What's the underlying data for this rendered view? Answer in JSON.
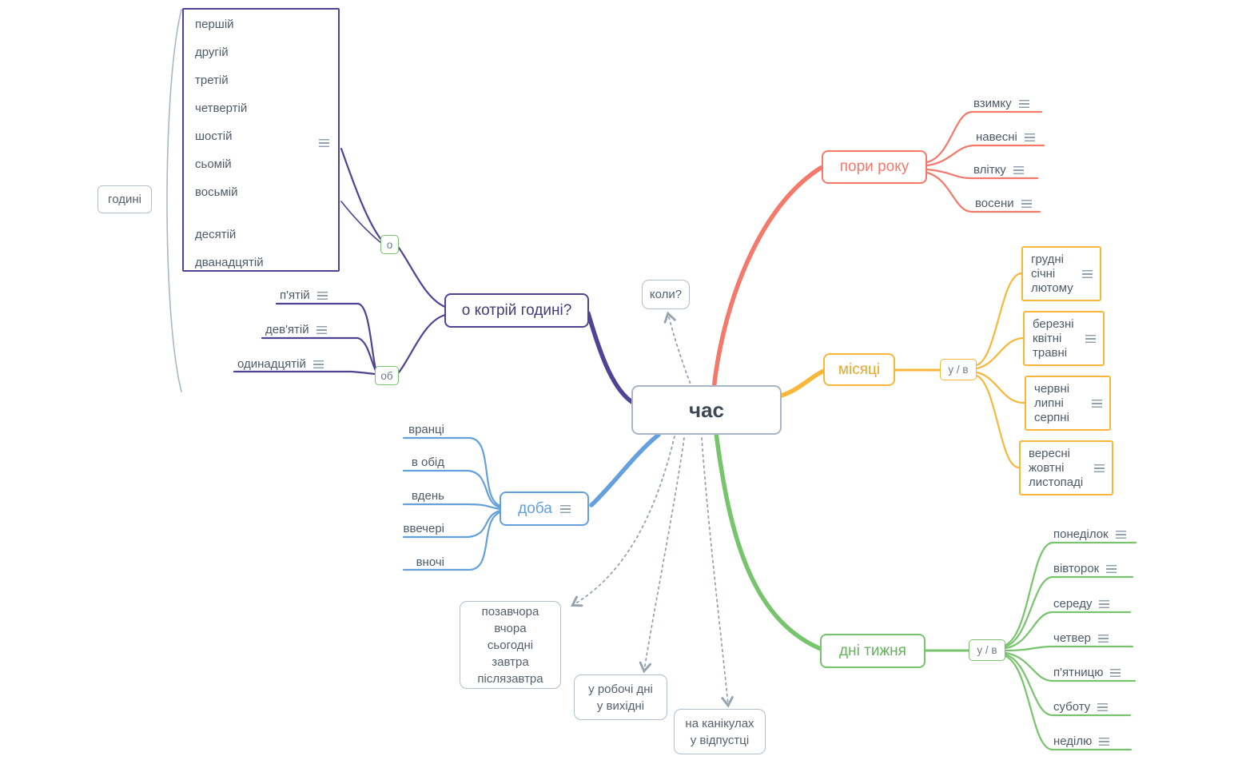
{
  "colors": {
    "purple": "#4f4396",
    "red": "#f4796b",
    "yellow": "#f9b73a",
    "green": "#77c46d",
    "blue": "#64a0dd",
    "gray-line": "#97a3b1",
    "gray-border": "#b3bfcc",
    "text": "#4e5a68",
    "icon": "#93a0ae"
  },
  "center": {
    "label": "час"
  },
  "hours": {
    "label": "о котрій годині?",
    "prep_o": "о",
    "prep_ob": "об",
    "hint": "годині",
    "o_items": [
      "першій",
      "другій",
      "третій",
      "четвертій",
      "шостій",
      "сьомій",
      "восьмій",
      "десятій",
      "дванадцятій"
    ],
    "ob_items": [
      "п'ятій",
      "дев'ятій",
      "одинадцятій"
    ]
  },
  "seasons": {
    "label": "пори року",
    "items": [
      "взимку",
      "навесні",
      "влітку",
      "восени"
    ]
  },
  "months": {
    "label": "місяці",
    "prep": "у / в",
    "groups": [
      [
        "грудні",
        "січні",
        "лютому"
      ],
      [
        "березні",
        "квітні",
        "травні"
      ],
      [
        "червні",
        "липні",
        "серпні"
      ],
      [
        "вересні",
        "жовтні",
        "листопаді"
      ]
    ]
  },
  "days": {
    "label": "дні тижня",
    "prep": "у / в",
    "items": [
      "понеділок",
      "вівторок",
      "середу",
      "четвер",
      "п'ятницю",
      "суботу",
      "неділю"
    ]
  },
  "daytime": {
    "label": "доба",
    "items": [
      "вранці",
      "в обід",
      "вдень",
      "ввечері",
      "вночі"
    ]
  },
  "notes": {
    "when": "коли?",
    "relative": [
      "позавчора",
      "вчора",
      "сьогодні",
      "завтра",
      "післязавтра"
    ],
    "workdays": [
      "у робочі дні",
      "у вихідні"
    ],
    "vacation": [
      "на канікулах",
      "у відпустці"
    ]
  }
}
